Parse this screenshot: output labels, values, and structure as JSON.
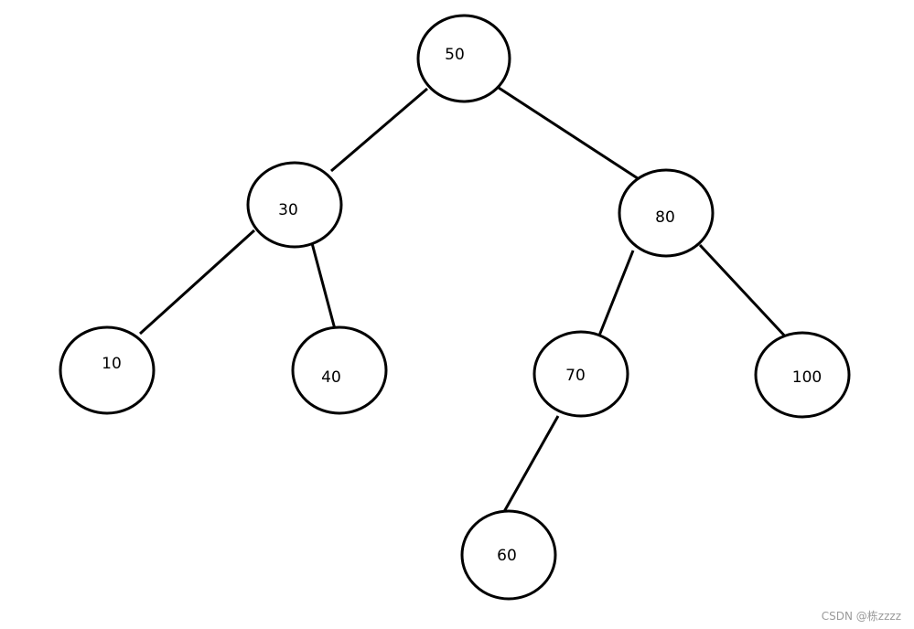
{
  "tree": {
    "nodes": [
      {
        "id": "n50",
        "label": "50"
      },
      {
        "id": "n30",
        "label": "30"
      },
      {
        "id": "n80",
        "label": "80"
      },
      {
        "id": "n10",
        "label": "10"
      },
      {
        "id": "n40",
        "label": "40"
      },
      {
        "id": "n70",
        "label": "70"
      },
      {
        "id": "n100",
        "label": "100"
      },
      {
        "id": "n60",
        "label": "60"
      }
    ],
    "edges": [
      {
        "from": "n50",
        "to": "n30"
      },
      {
        "from": "n50",
        "to": "n80"
      },
      {
        "from": "n30",
        "to": "n10"
      },
      {
        "from": "n30",
        "to": "n40"
      },
      {
        "from": "n80",
        "to": "n70"
      },
      {
        "from": "n80",
        "to": "n100"
      },
      {
        "from": "n70",
        "to": "n60"
      }
    ]
  },
  "watermark": {
    "text": "CSDN @栋zzzz"
  }
}
